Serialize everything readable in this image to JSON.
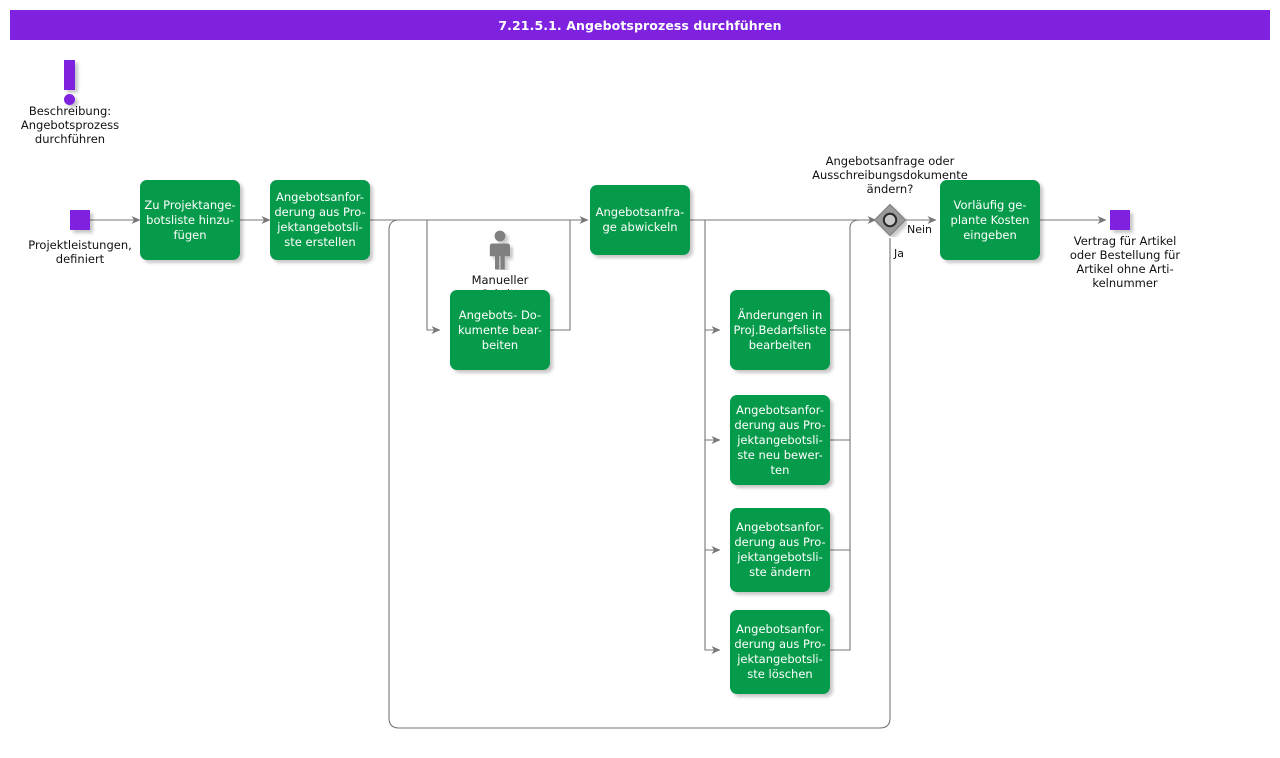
{
  "window": {
    "title": "7.21.5.1. Angebotsprozess durchführen",
    "title_bar_color": "#7f22e0",
    "background_color": "#ffffff"
  },
  "theme": {
    "process_green": "#069b4a",
    "event_purple": "#7f22e0",
    "connector_gray": "#808080",
    "gateway_gray": "#999999",
    "text_dark": "#111111",
    "text_on_green": "#ffffff"
  },
  "diagram": {
    "type": "process-flow",
    "note": {
      "icon": "exclamation-mark-icon",
      "label": "Beschreibung:\nAngebotsprozess\ndurchführen"
    },
    "start_event": {
      "icon": "start-event-square",
      "label": "Projektleistungen,\ndefiniert"
    },
    "end_event": {
      "icon": "end-event-square",
      "label": "Vertrag für Artikel\noder Bestellung für\nArtikel ohne Arti-\nkelnummer"
    },
    "manual_step": {
      "icon": "person-icon",
      "label": "Manueller\nSchritt"
    },
    "gateway": {
      "icon": "decision-diamond-icon",
      "question": "Angebotsanfrage oder\nAusschreibungsdokumente\nändern?",
      "branch_no": "Nein",
      "branch_yes": "Ja"
    },
    "nodes": [
      {
        "id": "add-to-quote-list",
        "label": "Zu Projektange-\nbotsliste hinzu-\nfügen"
      },
      {
        "id": "create-quote-request",
        "label": "Angebotsanfor-\nderung aus Pro-\njektangebotsli-\nste erstellen"
      },
      {
        "id": "edit-quote-documents",
        "label": "Angebots- Do-\nkumente bear-\nbeiten"
      },
      {
        "id": "process-quote-request",
        "label": "Angebotsanfra-\nge abwickeln"
      },
      {
        "id": "edit-requirement-changes",
        "label": "Änderungen in\nProj.Bedarfsliste\nbearbeiten"
      },
      {
        "id": "revalue-quote-request",
        "label": "Angebotsanfor-\nderung aus Pro-\njektangebotsli-\nste neu bewer-\nten"
      },
      {
        "id": "change-quote-request",
        "label": "Angebotsanfor-\nderung aus Pro-\njektangebotsli-\nste ändern"
      },
      {
        "id": "delete-quote-request",
        "label": "Angebotsanfor-\nderung aus Pro-\njektangebotsli-\nste löschen"
      },
      {
        "id": "enter-planned-costs",
        "label": "Vorläufig ge-\nplante Kosten\neingeben"
      }
    ]
  }
}
